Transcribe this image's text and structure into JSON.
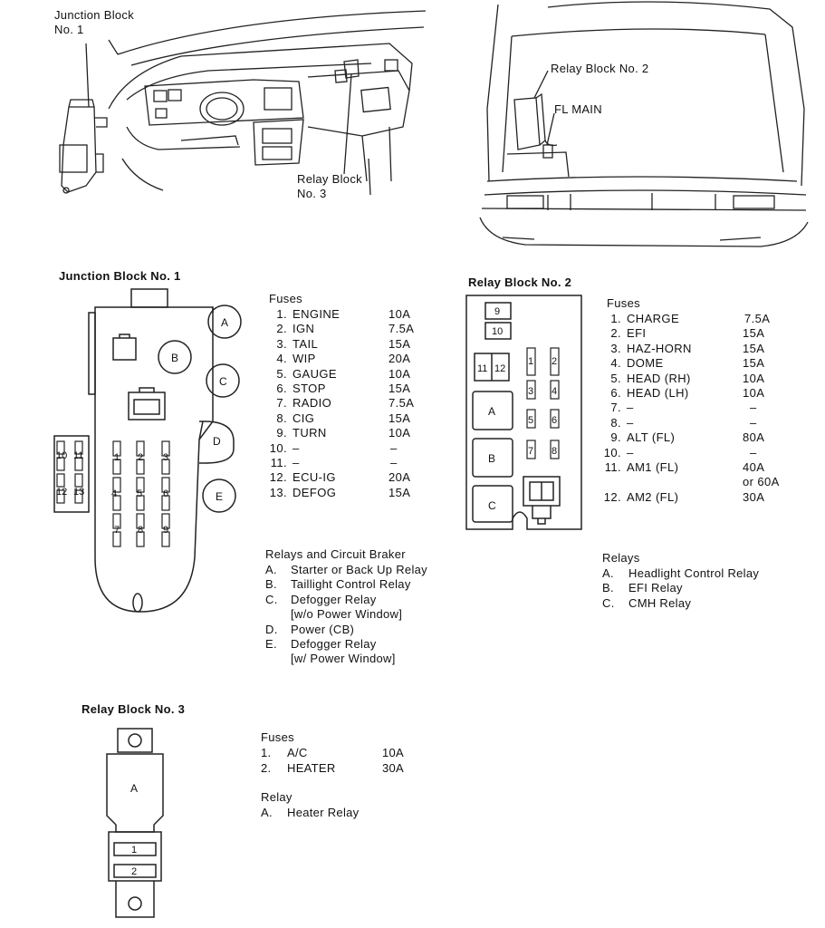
{
  "illustrations": {
    "dash_label_jb1": [
      "Junction Block",
      "No. 1"
    ],
    "dash_label_rb3": [
      "Relay Block",
      "No. 3"
    ],
    "engine_label_rb2": "Relay Block No. 2",
    "engine_label_flmain": "FL MAIN"
  },
  "junction_block_1": {
    "title": "Junction Block No. 1",
    "fuses_heading": "Fuses",
    "fuses": [
      {
        "num": "1.",
        "name": "ENGINE",
        "amp": "10A"
      },
      {
        "num": "2.",
        "name": "IGN",
        "amp": "7.5A"
      },
      {
        "num": "3.",
        "name": "TAIL",
        "amp": "15A"
      },
      {
        "num": "4.",
        "name": "WIP",
        "amp": "20A"
      },
      {
        "num": "5.",
        "name": "GAUGE",
        "amp": "10A"
      },
      {
        "num": "6.",
        "name": "STOP",
        "amp": "15A"
      },
      {
        "num": "7.",
        "name": "RADIO",
        "amp": "7.5A"
      },
      {
        "num": "8.",
        "name": "CIG",
        "amp": "15A"
      },
      {
        "num": "9.",
        "name": "TURN",
        "amp": "10A"
      },
      {
        "num": "10.",
        "name": "–",
        "amp": "–"
      },
      {
        "num": "11.",
        "name": "–",
        "amp": "–"
      },
      {
        "num": "12.",
        "name": "ECU-IG",
        "amp": "20A"
      },
      {
        "num": "13.",
        "name": "DEFOG",
        "amp": "15A"
      }
    ],
    "relays_heading": "Relays and Circuit Braker",
    "relays": [
      {
        "letter": "A.",
        "lines": [
          "Starter or Back Up Relay"
        ]
      },
      {
        "letter": "B.",
        "lines": [
          "Taillight Control Relay"
        ]
      },
      {
        "letter": "C.",
        "lines": [
          "Defogger Relay",
          "[w/o Power Window]"
        ]
      },
      {
        "letter": "D.",
        "lines": [
          "Power (CB)"
        ]
      },
      {
        "letter": "E.",
        "lines": [
          "Defogger Relay",
          "[w/ Power Window]"
        ]
      }
    ],
    "diagram_labels": {
      "relays": [
        "A",
        "B",
        "C",
        "D",
        "E"
      ],
      "fuse_numbers": [
        "1",
        "2",
        "3",
        "4",
        "5",
        "6",
        "7",
        "8",
        "9",
        "10",
        "11",
        "12",
        "13"
      ]
    }
  },
  "relay_block_2": {
    "title": "Relay Block No. 2",
    "fuses_heading": "Fuses",
    "fuses": [
      {
        "num": "1.",
        "name": "CHARGE",
        "amp": "7.5A"
      },
      {
        "num": "2.",
        "name": "EFI",
        "amp": "15A"
      },
      {
        "num": "3.",
        "name": "HAZ-HORN",
        "amp": "15A"
      },
      {
        "num": "4.",
        "name": "DOME",
        "amp": "15A"
      },
      {
        "num": "5.",
        "name": "HEAD (RH)",
        "amp": "10A"
      },
      {
        "num": "6.",
        "name": "HEAD (LH)",
        "amp": "10A"
      },
      {
        "num": "7.",
        "name": "–",
        "amp": "–"
      },
      {
        "num": "8.",
        "name": "–",
        "amp": "–"
      },
      {
        "num": "9.",
        "name": "ALT (FL)",
        "amp": "80A"
      },
      {
        "num": "10.",
        "name": "–",
        "amp": "–"
      },
      {
        "num": "11.",
        "name": "AM1 (FL)",
        "amp": "40A",
        "amp2": "or 60A"
      },
      {
        "num": "12.",
        "name": "AM2 (FL)",
        "amp": "30A"
      }
    ],
    "relays_heading": "Relays",
    "relays": [
      {
        "letter": "A.",
        "lines": [
          "Headlight Control Relay"
        ]
      },
      {
        "letter": "B.",
        "lines": [
          "EFI Relay"
        ]
      },
      {
        "letter": "C.",
        "lines": [
          "CMH Relay"
        ]
      }
    ],
    "diagram_labels": {
      "relays": [
        "A",
        "B",
        "C"
      ],
      "fuse_numbers": [
        "1",
        "2",
        "3",
        "4",
        "5",
        "6",
        "7",
        "8",
        "9",
        "10",
        "11",
        "12"
      ]
    }
  },
  "relay_block_3": {
    "title": "Relay Block No. 3",
    "fuses_heading": "Fuses",
    "fuses": [
      {
        "num": "1.",
        "name": "A/C",
        "amp": "10A"
      },
      {
        "num": "2.",
        "name": "HEATER",
        "amp": "30A"
      }
    ],
    "relays_heading": "Relay",
    "relays": [
      {
        "letter": "A.",
        "lines": [
          "Heater Relay"
        ]
      }
    ],
    "diagram_labels": {
      "relays": [
        "A"
      ],
      "fuse_numbers": [
        "1",
        "2"
      ]
    }
  }
}
